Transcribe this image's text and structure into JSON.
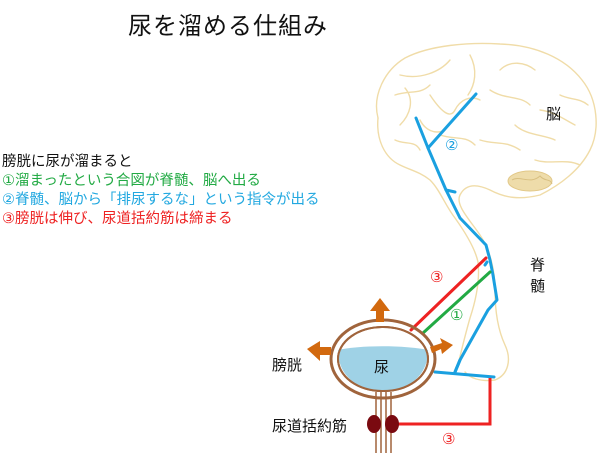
{
  "title": "尿を溜める仕組み",
  "explanation": {
    "intro": "膀胱に尿が溜まると",
    "steps": [
      {
        "label": "①溜まったという合図が脊髄、脳へ出る",
        "color": "#22aa44"
      },
      {
        "label": "②脊髄、脳から「排尿するな」という指令が出る",
        "color": "#22a8e0"
      },
      {
        "label": "③膀胱は伸び、尿道括約筋は締まる",
        "color": "#ee2222"
      }
    ]
  },
  "diagram": {
    "labels": {
      "brain": "脳",
      "spinal_cord_1": "脊",
      "spinal_cord_2": "髄",
      "bladder": "膀胱",
      "urine": "尿",
      "sphincter": "尿道括約筋"
    },
    "markers": {
      "brain_signal": "②",
      "afferent": "①",
      "efferent_bladder": "③",
      "efferent_sphincter": "③"
    },
    "colors": {
      "afferent": "#22aa44",
      "efferent_from_brain": "#1aa0e0",
      "efferent": "#ee2222",
      "brain_outline": "#f0dca8",
      "bladder_wall": "#a0643c",
      "urine": "#9fd2e6",
      "arrow": "#d2690f",
      "sphincter": "#7a0a10"
    }
  }
}
